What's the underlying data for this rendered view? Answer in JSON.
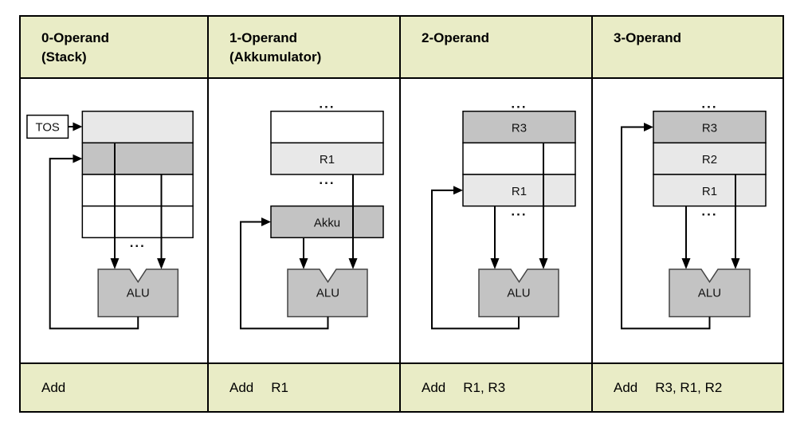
{
  "colors": {
    "header_bg": "#e9ecc6",
    "cell_bg": "#ffffff",
    "table_border": "#000000",
    "row_light": "#e8e8e8",
    "row_mid": "#c3c3c3",
    "row_white": "#ffffff",
    "alu_fill": "#c3c3c3",
    "alu_stroke": "#444444"
  },
  "labels": {
    "ellipsis": "...",
    "tos": "TOS",
    "alu": "ALU",
    "akku": "Akku",
    "r1": "R1",
    "r2": "R2",
    "r3": "R3"
  },
  "columns": [
    {
      "header_line1": "0-Operand",
      "header_line2": "(Stack)",
      "instruction": {
        "mnemonic": "Add",
        "operands": ""
      }
    },
    {
      "header_line1": "1-Operand",
      "header_line2": "(Akkumulator)",
      "instruction": {
        "mnemonic": "Add",
        "operands": "R1"
      }
    },
    {
      "header_line1": "2-Operand",
      "header_line2": "",
      "instruction": {
        "mnemonic": "Add",
        "operands": "R1, R3"
      }
    },
    {
      "header_line1": "3-Operand",
      "header_line2": "",
      "instruction": {
        "mnemonic": "Add",
        "operands": "R3, R1, R2"
      }
    }
  ]
}
